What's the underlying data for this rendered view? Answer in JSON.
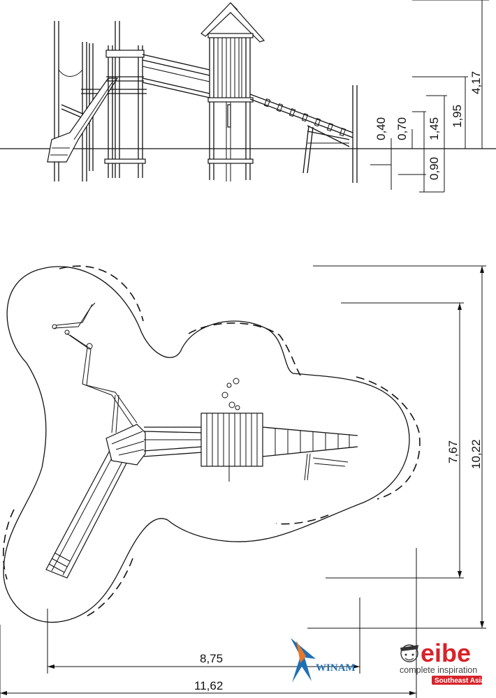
{
  "elevation": {
    "heights_right": [
      "0,40",
      "0,70",
      "1,45",
      "1,95",
      "4,17"
    ],
    "depth_below": "0,90"
  },
  "plan": {
    "width_outer": "10,22",
    "width_inner": "7,67",
    "length_inner": "8,75",
    "length_outer": "11,62"
  },
  "logos": {
    "winam": "WINAM",
    "eibe": "eibe",
    "eibe_tagline": "complete inspiration",
    "eibe_region": "Southeast Asia",
    "eibe_brand_color": "#d8232a",
    "winam_color": "#1f6fb5",
    "winam_accent_color": "#e8782a"
  }
}
